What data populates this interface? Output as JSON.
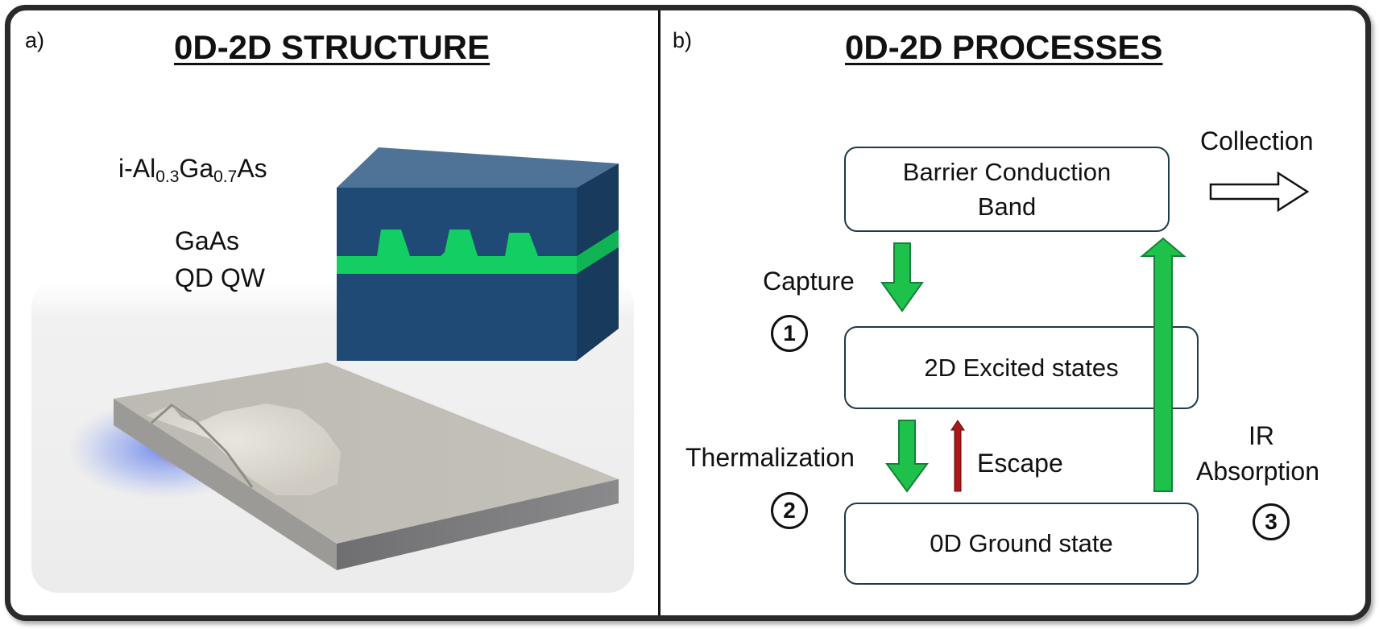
{
  "panel_a": {
    "tag": "a)",
    "title": "0D-2D STRUCTURE",
    "barrier_label": {
      "prefix": "i-Al",
      "sub1": "0.3",
      "mid": "Ga",
      "sub2": "0.7",
      "suffix": "As"
    },
    "gaas_label": "GaAs",
    "qd_qw_label": "QD QW"
  },
  "panel_b": {
    "tag": "b)",
    "title": "0D-2D PROCESSES",
    "boxes": {
      "barrier_line1": "Barrier Conduction",
      "barrier_line2": "Band",
      "excited": "2D Excited states",
      "ground": "0D Ground state"
    },
    "labels": {
      "collection": "Collection",
      "capture": "Capture",
      "thermalization": "Thermalization",
      "escape": "Escape",
      "ir_line1": "IR",
      "ir_line2": "Absorption"
    },
    "steps": [
      "1",
      "2",
      "3"
    ]
  },
  "colors": {
    "arrow_green": "#1ec24a",
    "escape_red": "#b01818",
    "qd_layer_green": "#13cf63",
    "block_front": "#1f4a75",
    "block_top": "#4f7396",
    "block_side": "#183a5c"
  }
}
